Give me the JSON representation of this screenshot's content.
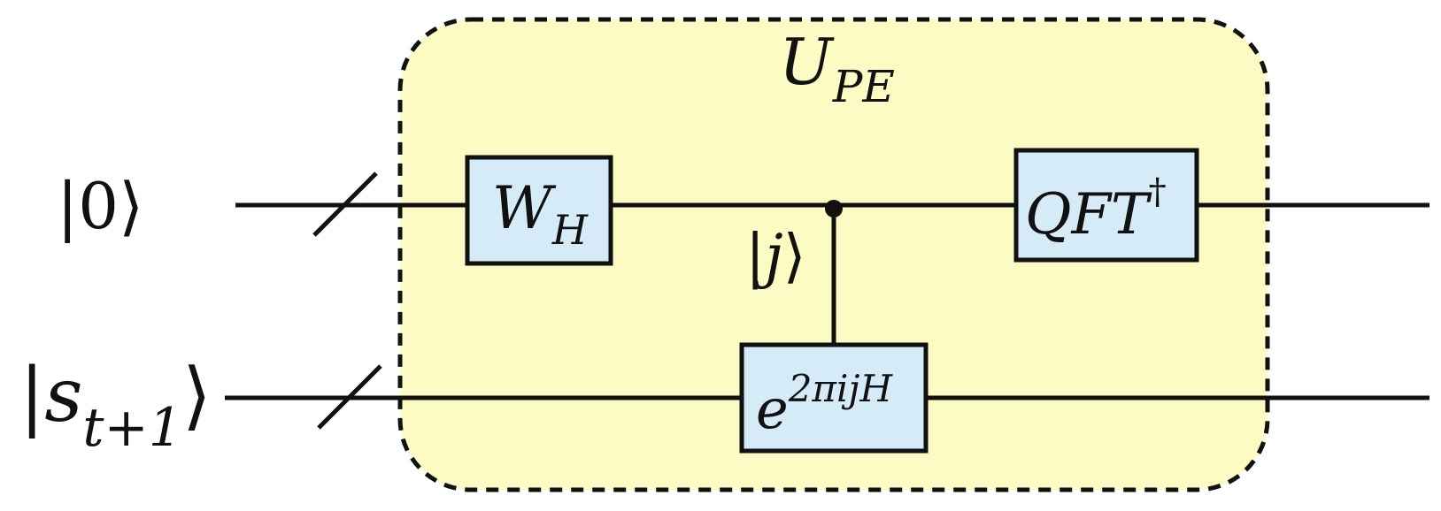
{
  "diagram": {
    "block_label": {
      "main": "U",
      "sub": "PE"
    },
    "wires": {
      "top": {
        "ket_inner": "0"
      },
      "bottom": {
        "ket_main": "s",
        "ket_sub": "t+1"
      }
    },
    "gates": {
      "walsh_hadamard": {
        "main": "W",
        "sub": "H"
      },
      "inverse_qft": {
        "main": "QFT",
        "sup": "†"
      },
      "controlled_evolution": {
        "main": "e",
        "sup": "2πijH"
      }
    },
    "control_label": {
      "inner": "j"
    },
    "colors": {
      "block_fill": "#fdfbc4",
      "gate_fill": "#d5ebf8",
      "line": "#111111"
    }
  }
}
